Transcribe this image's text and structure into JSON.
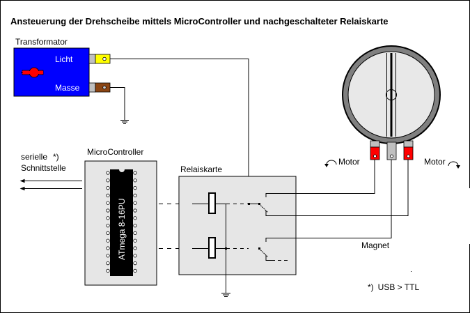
{
  "title": "Ansteuerung der Drehscheibe mittels MicroController und nachgeschalteter Relaiskarte",
  "transformer": {
    "label": "Transformator",
    "licht": "Licht",
    "masse": "Masse",
    "color": "#0000ff",
    "knob_color": "#ff0000",
    "licht_terminal_color": "#ffff00",
    "masse_terminal_color": "#8b4513"
  },
  "microcontroller": {
    "label": "MicroController",
    "chip_text": "ATmega  8-16PU"
  },
  "serial": {
    "line1": "serielle",
    "footnote_mark": "*)",
    "line2": "Schnittstelle"
  },
  "relay": {
    "label": "Relaiskarte"
  },
  "turntable": {
    "motor_left": "Motor",
    "motor_right": "Motor",
    "magnet": "Magnet",
    "terminal_color": "#ff0000"
  },
  "footnote": {
    "mark": "*)",
    "text": "USB > TTL"
  }
}
